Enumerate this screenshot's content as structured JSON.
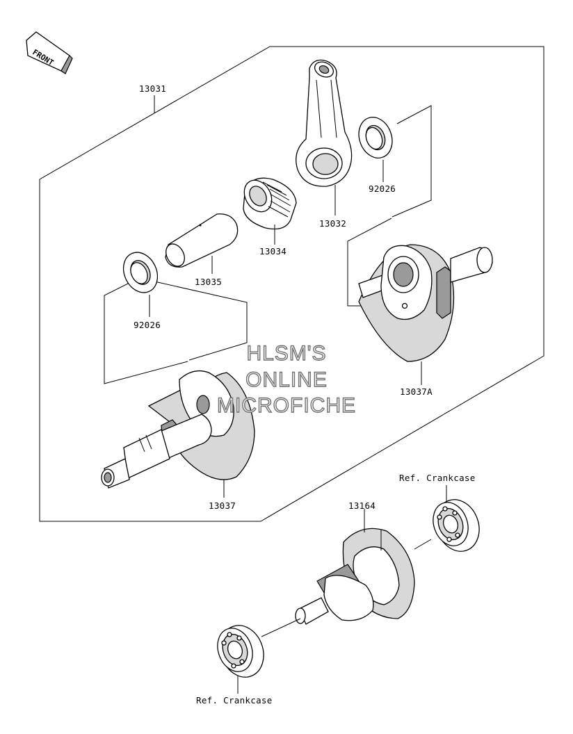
{
  "front_marker": {
    "label": "FRONT"
  },
  "parts": {
    "assembly": "13031",
    "washer_top": "92026",
    "connecting_rod": "13032",
    "needle_bearing": "13034",
    "crank_pin": "13035",
    "washer_left": "92026",
    "crankshaft_right_half": "13037A",
    "crankshaft_left_half": "13037",
    "balancer_shaft": "13164"
  },
  "references": {
    "crankcase_top": "Ref. Crankcase",
    "crankcase_bottom": "Ref. Crankcase"
  },
  "watermark": {
    "line1": "HLSM'S",
    "line2": "ONLINE",
    "line3": "MICROFICHE"
  }
}
